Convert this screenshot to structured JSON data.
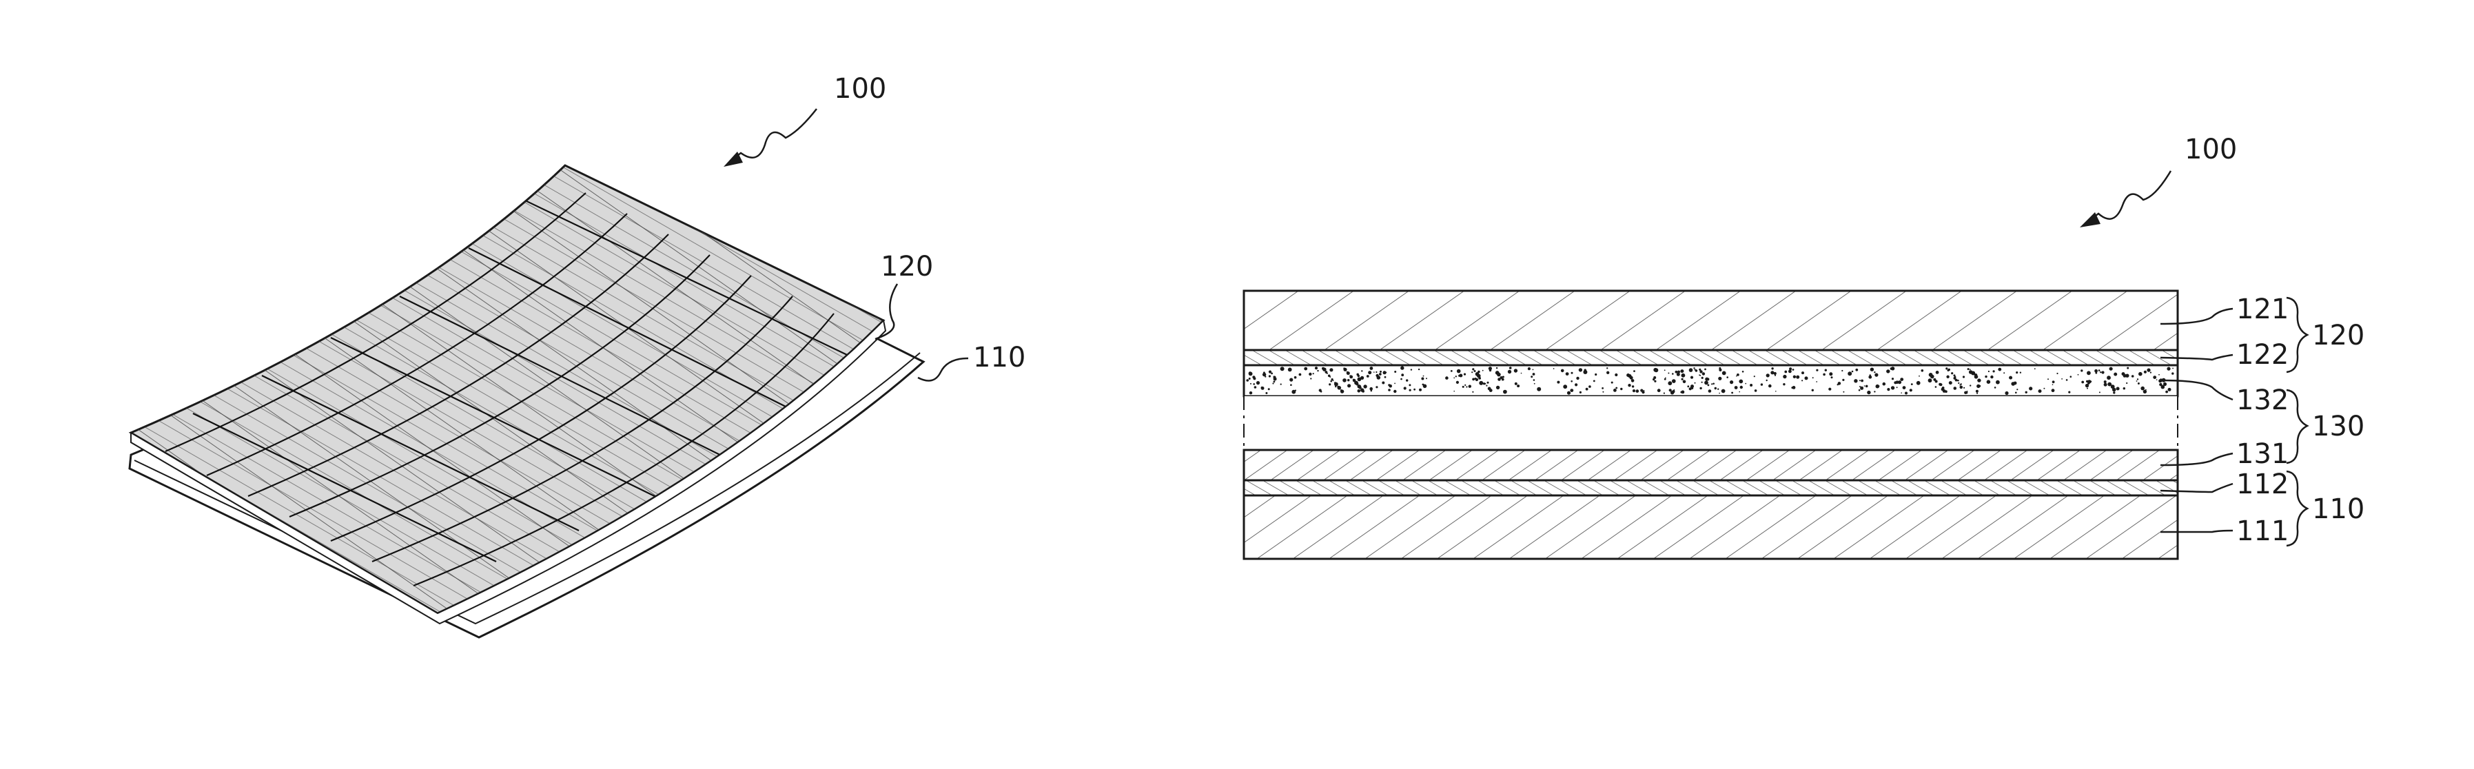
{
  "left_figure": {
    "ref_assembly": "100",
    "ref_fabric_layer": "120",
    "ref_base_layer": "110"
  },
  "right_figure": {
    "ref_assembly": "100",
    "layer_labels": [
      "121",
      "122",
      "132",
      "131",
      "112",
      "111"
    ],
    "group_labels": [
      "120",
      "130",
      "110"
    ]
  },
  "colors": {
    "line": "#1a1a1a",
    "background": "#ffffff"
  }
}
